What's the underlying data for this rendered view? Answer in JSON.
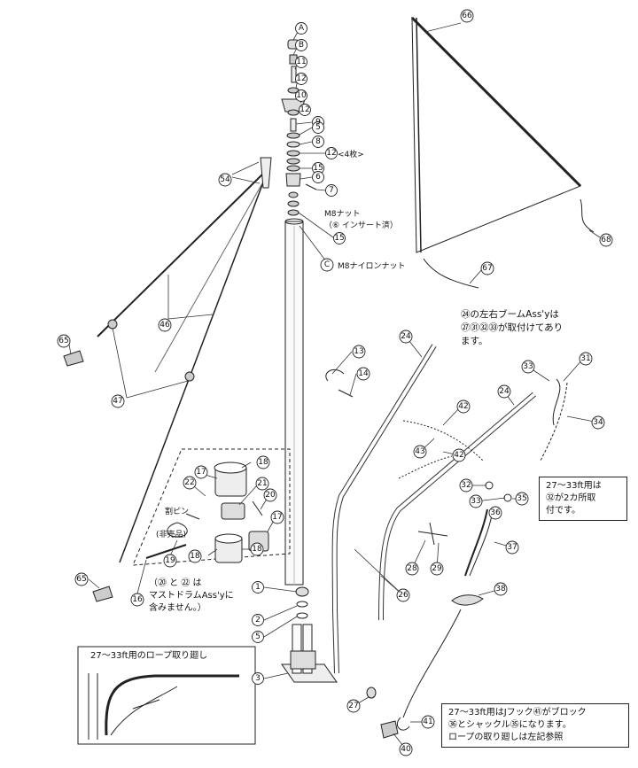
{
  "callouts": {
    "A": "A",
    "B": "B",
    "C": "C",
    "n1": "1",
    "n2": "2",
    "n3": "3",
    "n5": "5",
    "n6": "6",
    "n7": "7",
    "n8": "8",
    "n9": "9",
    "n10": "10",
    "n11": "11",
    "n12": "12",
    "n13": "13",
    "n14": "14",
    "n15": "15",
    "n16": "16",
    "n17": "17",
    "n18": "18",
    "n19": "19",
    "n20": "20",
    "n21": "21",
    "n22": "22",
    "n24": "24",
    "n26": "26",
    "n27": "27",
    "n28": "28",
    "n29": "29",
    "n31": "31",
    "n32": "32",
    "n33": "33",
    "n34": "34",
    "n35": "35",
    "n36": "36",
    "n37": "37",
    "n38": "38",
    "n40": "40",
    "n41": "41",
    "n42": "42",
    "n43": "43",
    "n46": "46",
    "n47": "47",
    "n54": "54",
    "n65": "65",
    "n66": "66",
    "n67": "67",
    "n68": "68"
  },
  "labels": {
    "four_pcs": "<4枚>",
    "m8_nut": "M8ナット",
    "insert_done": "（⑥ インサート済）",
    "m8_nylon_nut": "M8ナイロンナット",
    "cotter_pin": "割ピン",
    "not_sold": "(非売品)"
  },
  "notes": {
    "boom_assy": "㉔の左右ブームAss'yは\n㉗㉛㉜㉝が取付けてあり\nます。",
    "mast_drum": "（⑳ と ㉒ は\nマストドラムAss'yに\n含みません。）",
    "ft27_32": "27～33ft用は\n㉜が2カ所取\n付です。",
    "ft27_jhook": "27～33ft用はJフック㊶がブロック\n㊱とシャックル㉟になります。\nロープの取り廻しは左記参照",
    "rope_inset_title": "27～33ft用のロープ取り廻し"
  }
}
